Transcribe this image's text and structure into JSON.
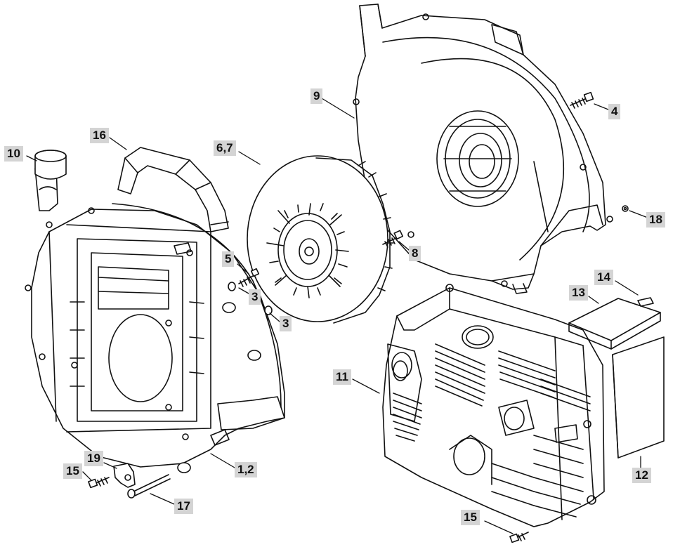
{
  "colors": {
    "ink": "#111111",
    "paper": "#ffffff",
    "label_bg": "#d4d4d4"
  },
  "parts": [
    {
      "id": "p10",
      "label": "10"
    },
    {
      "id": "p16",
      "label": "16"
    },
    {
      "id": "p67",
      "label": "6,7"
    },
    {
      "id": "p9",
      "label": "9"
    },
    {
      "id": "p4",
      "label": "4"
    },
    {
      "id": "p5",
      "label": "5"
    },
    {
      "id": "p3a",
      "label": "3"
    },
    {
      "id": "p3b",
      "label": "3"
    },
    {
      "id": "p8",
      "label": "8"
    },
    {
      "id": "p18",
      "label": "18"
    },
    {
      "id": "p14",
      "label": "14"
    },
    {
      "id": "p13",
      "label": "13"
    },
    {
      "id": "p11",
      "label": "11"
    },
    {
      "id": "p12",
      "label": "12"
    },
    {
      "id": "p12b",
      "label": "1,2"
    },
    {
      "id": "p19",
      "label": "19"
    },
    {
      "id": "p15a",
      "label": "15"
    },
    {
      "id": "p17",
      "label": "17"
    },
    {
      "id": "p15b",
      "label": "15"
    }
  ]
}
